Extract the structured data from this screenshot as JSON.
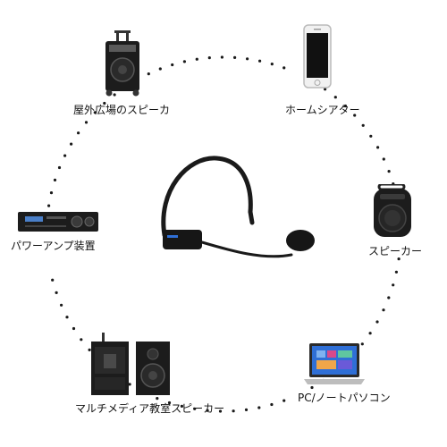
{
  "devices": {
    "outdoor_speaker": {
      "label": "屋外広場のスピーカ"
    },
    "home_theater": {
      "label": "ホームシアター"
    },
    "speaker": {
      "label": "スピーカー"
    },
    "power_amp": {
      "label": "パワーアンプ装置"
    },
    "pc": {
      "label": "PC/ノートパソコン"
    },
    "multimedia_speaker": {
      "label": "マルチメディア教室スピーカー"
    }
  },
  "colors": {
    "dot": "#1a1a1a",
    "device_dark": "#1c1c1c",
    "accent_blue": "#2f6fd6"
  }
}
